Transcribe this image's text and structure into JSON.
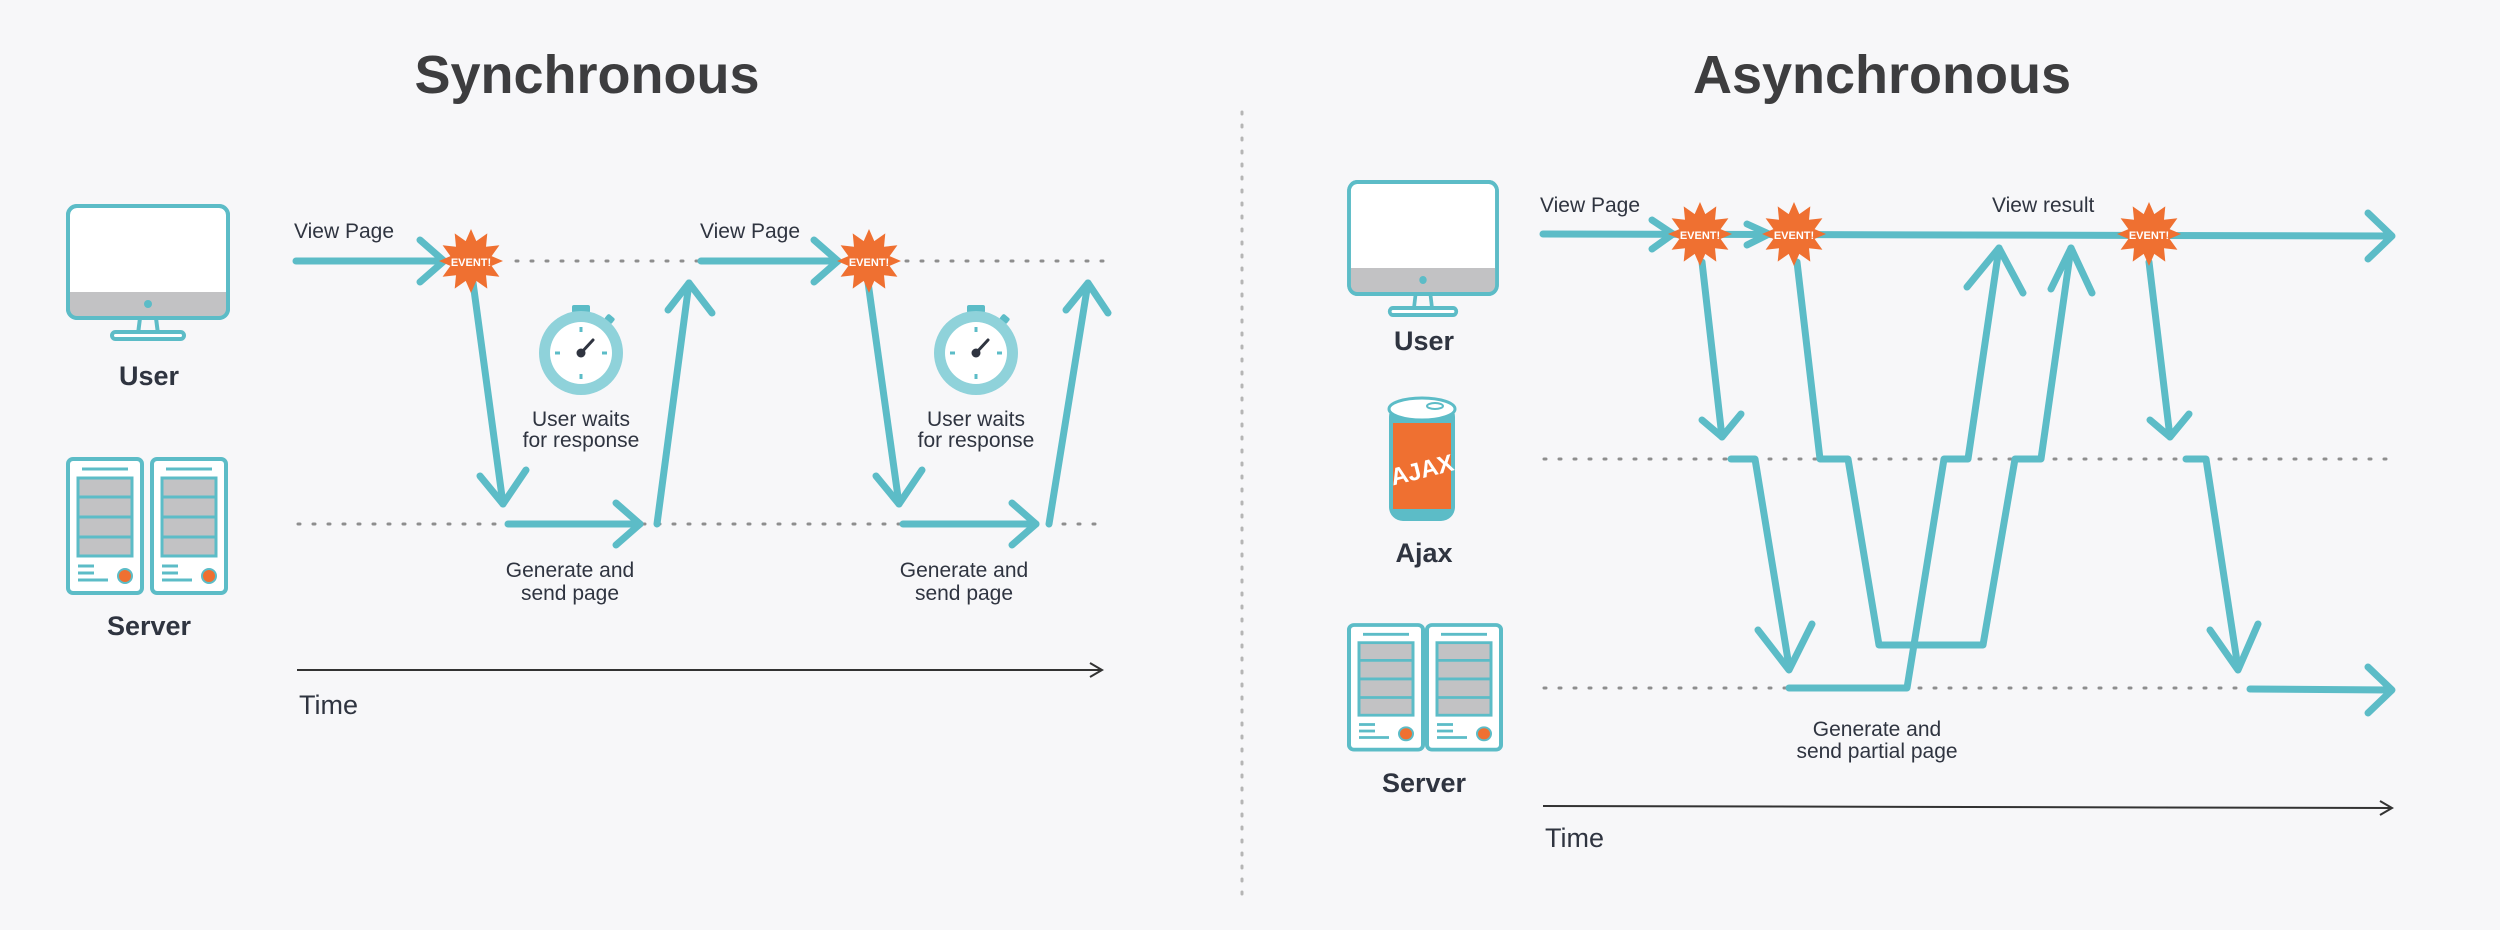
{
  "colors": {
    "flow": "#5cbcc7",
    "event": "#ef7031",
    "text": "#2f3440",
    "title": "#3d3d3f",
    "background": "#f7f7f9"
  },
  "synchronous": {
    "title": "Synchronous",
    "user_label": "User",
    "server_label": "Server",
    "view_page_1": "View Page",
    "view_page_2": "View Page",
    "event_1": "EVENT!",
    "event_2": "EVENT!",
    "wait_1": [
      "User waits",
      "for response"
    ],
    "wait_2": [
      "User waits",
      "for response"
    ],
    "generate_1": [
      "Generate and",
      "send page"
    ],
    "generate_2": [
      "Generate and",
      "send page"
    ],
    "time_label": "Time",
    "icons": [
      "monitor-icon",
      "server-icon",
      "stopwatch-icon",
      "event-burst-icon"
    ]
  },
  "asynchronous": {
    "title": "Asynchronous",
    "user_label": "User",
    "ajax_label": "Ajax",
    "ajax_can_text": "AJAX",
    "server_label": "Server",
    "view_page": "View Page",
    "view_result": "View result",
    "event_1": "EVENT!",
    "event_2": "EVENT!",
    "event_3": "EVENT!",
    "generate": [
      "Generate and",
      "send partial page"
    ],
    "time_label": "Time",
    "icons": [
      "monitor-icon",
      "ajax-can-icon",
      "server-icon",
      "event-burst-icon"
    ]
  }
}
